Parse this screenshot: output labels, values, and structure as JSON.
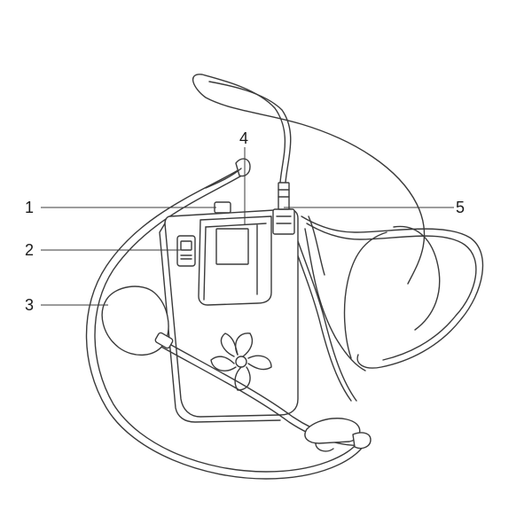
{
  "figure": {
    "callouts": [
      {
        "id": "1",
        "label": "1"
      },
      {
        "id": "2",
        "label": "2"
      },
      {
        "id": "3",
        "label": "3"
      },
      {
        "id": "4",
        "label": "4"
      },
      {
        "id": "5",
        "label": "5"
      }
    ],
    "line_color": "#3a3a3a",
    "background": "#ffffff"
  }
}
